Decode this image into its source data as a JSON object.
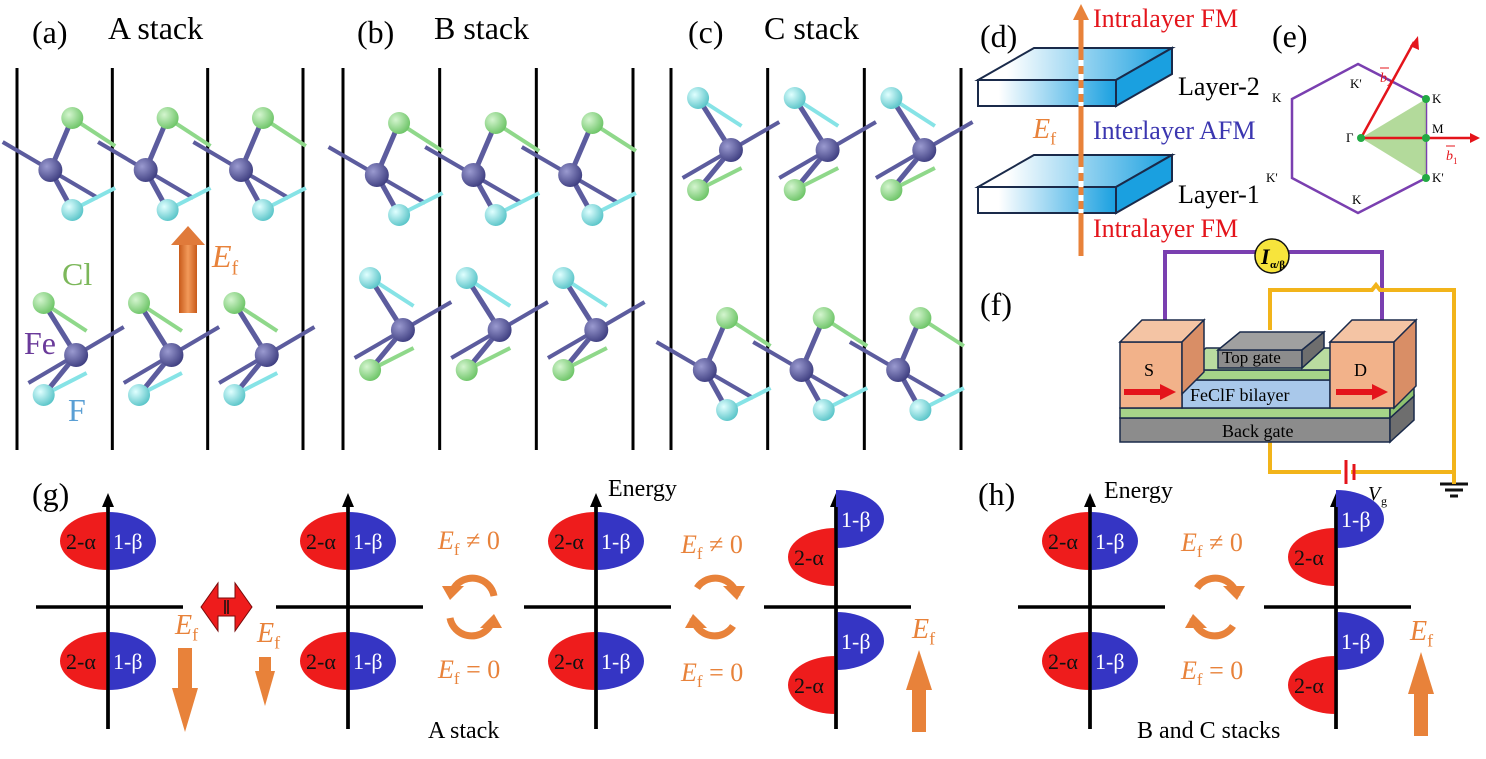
{
  "panels": {
    "a": {
      "label": "(a)",
      "title": "A stack"
    },
    "b": {
      "label": "(b)",
      "title": "B stack"
    },
    "c": {
      "label": "(c)",
      "title": "C stack"
    },
    "d": {
      "label": "(d)"
    },
    "e": {
      "label": "(e)"
    },
    "f": {
      "label": "(f)"
    },
    "g": {
      "label": "(g)"
    },
    "h": {
      "label": "(h)"
    }
  },
  "atoms": {
    "cl": "Cl",
    "fe": "Fe",
    "f": "F",
    "colors": {
      "cl": "#8fd88a",
      "fe": "#5c5c9e",
      "f": "#86e3e6"
    }
  },
  "field": {
    "symbol": "E",
    "subscript": "f"
  },
  "panel_d": {
    "top_label": "Intralayer FM",
    "middle_label": "Interlayer AFM",
    "bottom_label": "Intralayer FM",
    "layer2": "Layer-2",
    "layer1": "Layer-1"
  },
  "panel_e": {
    "gamma": "Γ",
    "m": "M",
    "k": "K",
    "kprime": "K'",
    "b1": "b",
    "b1_sub": "1",
    "b2": "b",
    "b2_sub": "2"
  },
  "panel_f": {
    "current": "I",
    "current_sub": "α/β",
    "source": "S",
    "drain": "D",
    "top_gate": "Top gate",
    "channel": "FeClF bilayer",
    "back_gate": "Back gate",
    "voltage": "V",
    "voltage_sub": "g"
  },
  "bands": {
    "alpha": "2-α",
    "beta": "1-β",
    "energy": "Energy",
    "ef_nonzero": "≠ 0",
    "ef_zero": "= 0"
  },
  "captions": {
    "g": "A stack",
    "h": "B and C stacks"
  },
  "colors": {
    "alpha_band": "#ee1c1c",
    "beta_band": "#3535c4",
    "field_arrow": "#e8823a",
    "hexagon": "#7a3fb0",
    "wedge": "#a6d489",
    "red": "#e4141b",
    "purple_wire": "#7a3fb0",
    "gold_wire": "#f2b41a"
  }
}
